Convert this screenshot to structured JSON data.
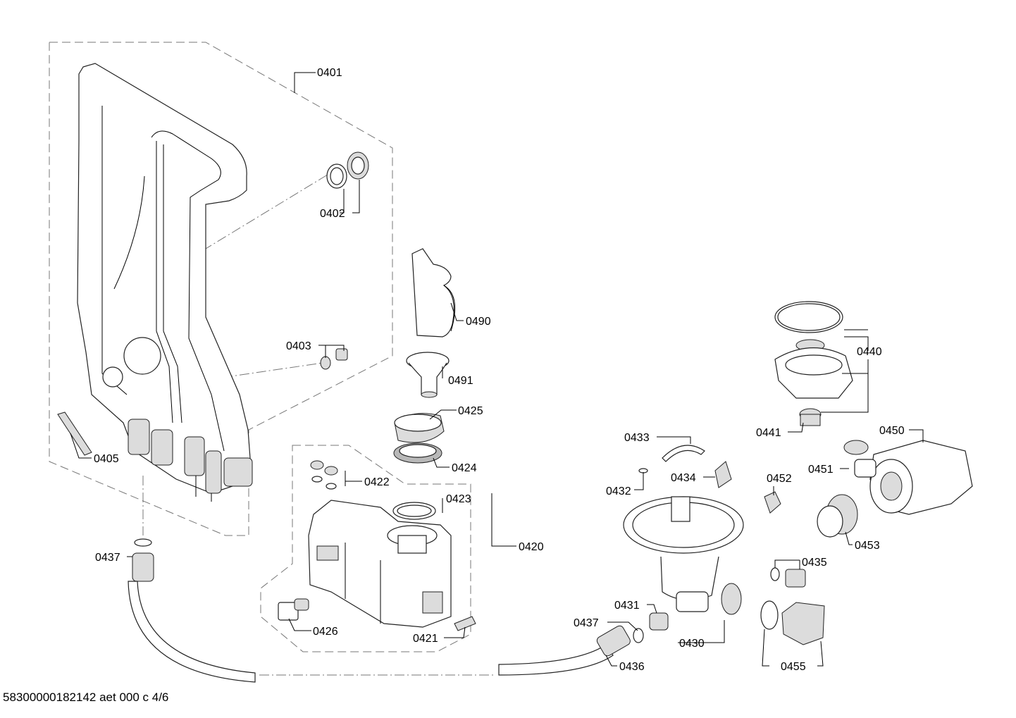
{
  "labels": {
    "p0401": "0401",
    "p0402": "0402",
    "p0403": "0403",
    "p0405": "0405",
    "p0490": "0490",
    "p0491": "0491",
    "p0425": "0425",
    "p0424": "0424",
    "p0422": "0422",
    "p0423": "0423",
    "p0420": "0420",
    "p0426": "0426",
    "p0421": "0421",
    "p0437a": "0437",
    "p0437b": "0437",
    "p0436": "0436",
    "p0431": "0431",
    "p0430": "0430",
    "p0433": "0433",
    "p0432": "0432",
    "p0434": "0434",
    "p0440": "0440",
    "p0441": "0441",
    "p0450": "0450",
    "p0451": "0451",
    "p0452": "0452",
    "p0453": "0453",
    "p0435": "0435",
    "p0455": "0455"
  },
  "footer": "58300000182142 aet 000 c 4/6"
}
